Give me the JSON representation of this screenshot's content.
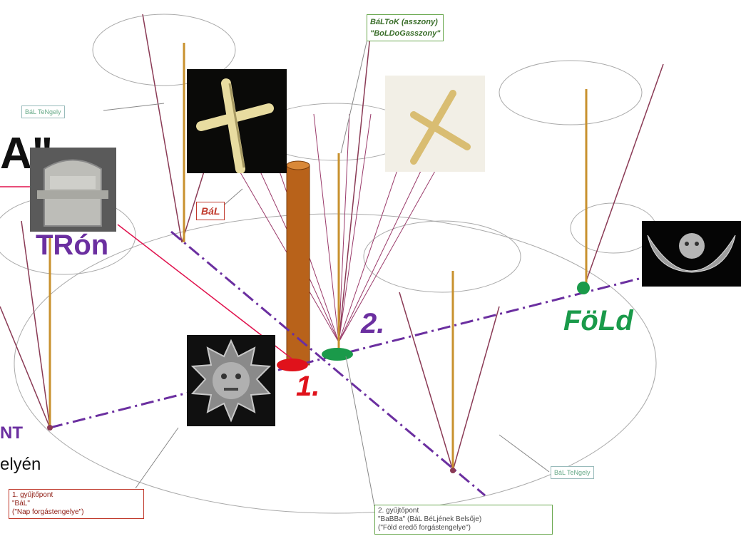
{
  "labels": {
    "bal_tengely_top": "BáL TeNgely",
    "bal_tengely_bottom": "BáL TeNgely",
    "baltok_line1": "BáLToK (asszony)",
    "baltok_line2": "\"BoLDoGasszony\"",
    "bal_red": "BáL",
    "tron": "TRón",
    "fold": "FöLd",
    "point_1": "1.",
    "point_2": "2.",
    "fragment_a": "A\"",
    "fragment_nt": "NT",
    "fragment_elyen": "elyén",
    "gyujtopont1_line1": "1. gyűjtőpont",
    "gyujtopont1_line2": "\"BáL\"",
    "gyujtopont1_line3": "(\"Nap forgástengelye\")",
    "gyujtopont2_line1": "2. gyűjtőpont",
    "gyujtopont2_line2": "\"BaBBa\" (BáL BéLjének Belsője)",
    "gyujtopont2_line3": "(\"Föld eredő forgástengelye\")"
  },
  "colors": {
    "purple": "#6b2fa0",
    "red": "#e0121b",
    "green": "#1a9a4a",
    "pole": "#b8621a"
  },
  "images": {
    "cross_dark": "cross-icon",
    "cross_light": "cross-icon",
    "throne": "throne-icon",
    "sun_face": "sun-face-icon",
    "moon_face": "moon-face-icon"
  }
}
